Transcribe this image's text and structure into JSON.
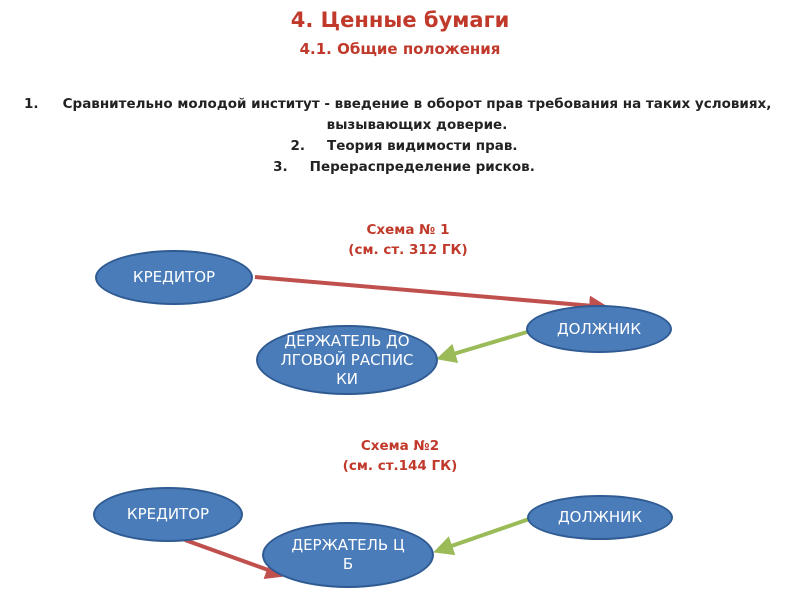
{
  "header": {
    "title": "4. Ценные бумаги",
    "subtitle": "4.1. Общие положения"
  },
  "list": [
    {
      "num": "1.",
      "text": "Сравнительно молодой институт - введение в оборот прав требования на таких условиях, вызывающих доверие."
    },
    {
      "num": "2.",
      "text": "Теория видимости прав."
    },
    {
      "num": "3.",
      "text": "Перераспределение рисков."
    }
  ],
  "scheme1": {
    "title": "Схема № 1",
    "ref": "(см. ст. 312 ГК)",
    "creditor": "КРЕДИТОР",
    "debtor": "ДОЛЖНИК",
    "holder": "ДЕРЖАТЕЛЬ ДОЛГОВОЙ РАСПИСКИ"
  },
  "scheme2": {
    "title": "Схема №2",
    "ref": "(см. ст.144 ГК)",
    "creditor": "КРЕДИТОР",
    "debtor": "ДОЛЖНИК",
    "holder": "ДЕРЖАТЕЛЬ ЦБ"
  },
  "colors": {
    "title": "#c0392b",
    "node_fill": "#4a7cba",
    "node_border": "#2f5a92",
    "arrow_red": "#c0504d",
    "arrow_green": "#9bbb59"
  }
}
